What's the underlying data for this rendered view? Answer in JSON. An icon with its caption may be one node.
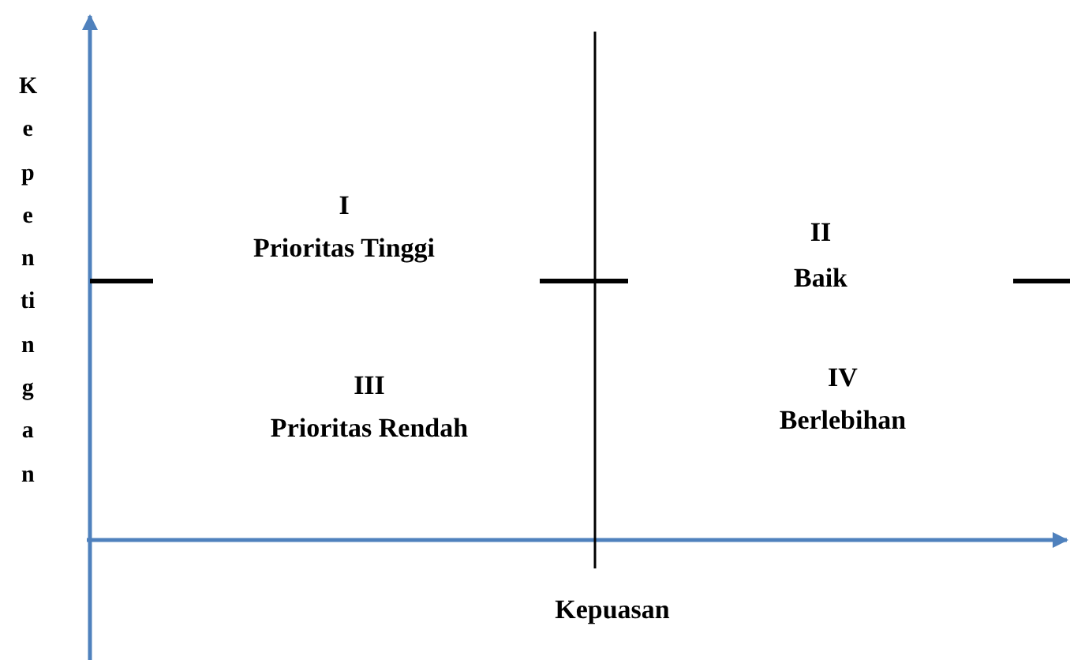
{
  "diagram": {
    "labels": [
      "Kepentingan",
      "I",
      "Prioritas Tinggi",
      "II",
      "Baik",
      "III",
      "Prioritas Rendah",
      "IV",
      "Berlebihan",
      "Kepuasan"
    ]
  }
}
